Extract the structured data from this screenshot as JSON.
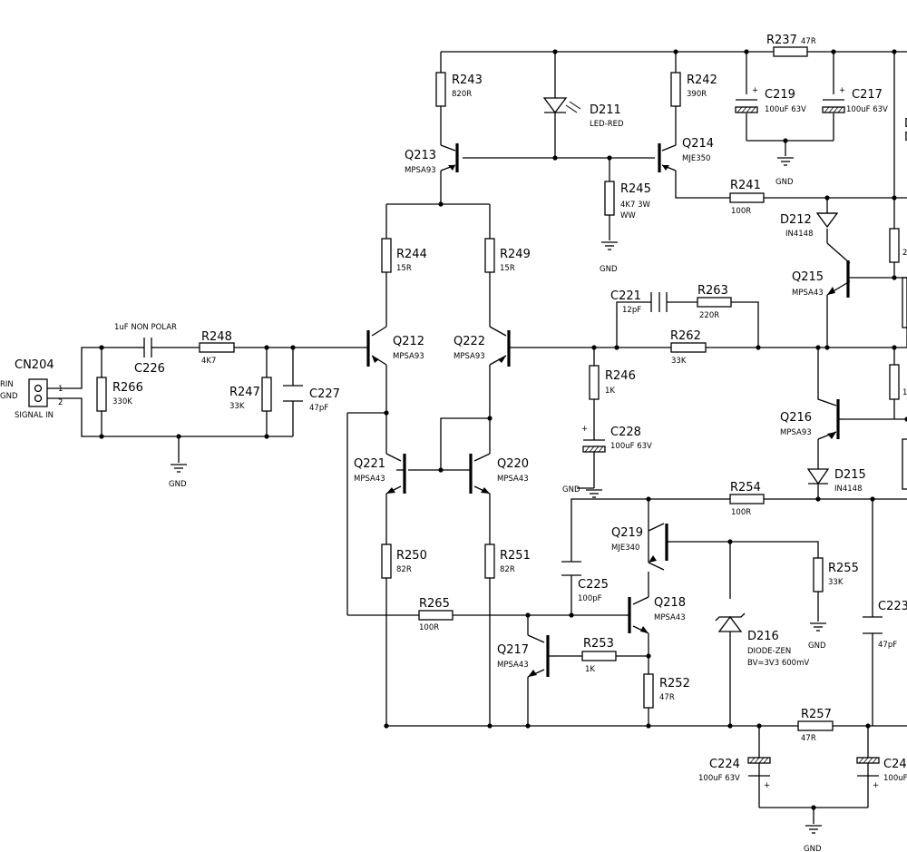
{
  "connector": {
    "ref": "CN204",
    "pin1_label": "RIN",
    "pin2_label": "GND",
    "pin1": "1",
    "pin2": "2",
    "caption": "SIGNAL IN"
  },
  "resistors": {
    "R237": {
      "ref": "R237",
      "value": "47R"
    },
    "R243": {
      "ref": "R243",
      "value": "820R"
    },
    "R242": {
      "ref": "R242",
      "value": "390R"
    },
    "R245": {
      "ref": "R245",
      "value": "4K7  3W",
      "value2": "WW"
    },
    "R241": {
      "ref": "R241",
      "value": "100R"
    },
    "R244": {
      "ref": "R244",
      "value": "15R"
    },
    "R249": {
      "ref": "R249",
      "value": "15R"
    },
    "R263": {
      "ref": "R263",
      "value": "220R"
    },
    "R262": {
      "ref": "R262",
      "value": "33K"
    },
    "R248": {
      "ref": "R248",
      "value": "4K7"
    },
    "R266": {
      "ref": "R266",
      "value": "330K"
    },
    "R247": {
      "ref": "R247",
      "value": "33K"
    },
    "R246": {
      "ref": "R246",
      "value": "1K"
    },
    "R254": {
      "ref": "R254",
      "value": "100R"
    },
    "R250": {
      "ref": "R250",
      "value": "82R"
    },
    "R251": {
      "ref": "R251",
      "value": "82R"
    },
    "R255": {
      "ref": "R255",
      "value": "33K"
    },
    "R265": {
      "ref": "R265",
      "value": "100R"
    },
    "R253": {
      "ref": "R253",
      "value": "1K"
    },
    "R252": {
      "ref": "R252",
      "value": "47R"
    },
    "R257": {
      "ref": "R257",
      "value": "47R"
    }
  },
  "capacitors": {
    "C219": {
      "ref": "C219",
      "value": "100uF  63V"
    },
    "C217": {
      "ref": "C217",
      "value": "100uF  63V"
    },
    "C221": {
      "ref": "C221",
      "value": "12pF"
    },
    "C226": {
      "ref": "C226",
      "value": "1uF  NON POLAR"
    },
    "C227": {
      "ref": "C227",
      "value": "47pF"
    },
    "C228": {
      "ref": "C228",
      "value": "100uF  63V"
    },
    "C225": {
      "ref": "C225",
      "value": "100pF"
    },
    "C223": {
      "ref": "C223",
      "value": "47pF"
    },
    "C224": {
      "ref": "C224",
      "value": "100uF  63V"
    },
    "C24x": {
      "ref": "C24",
      "value": "100uF"
    }
  },
  "transistors": {
    "Q213": {
      "ref": "Q213",
      "value": "MPSA93"
    },
    "Q214": {
      "ref": "Q214",
      "value": "MJE350"
    },
    "Q215": {
      "ref": "Q215",
      "value": "MPSA43"
    },
    "Q212": {
      "ref": "Q212",
      "value": "MPSA93"
    },
    "Q222": {
      "ref": "Q222",
      "value": "MPSA93"
    },
    "Q216": {
      "ref": "Q216",
      "value": "MPSA93"
    },
    "Q221": {
      "ref": "Q221",
      "value": "MPSA43"
    },
    "Q220": {
      "ref": "Q220",
      "value": "MPSA43"
    },
    "Q219": {
      "ref": "Q219",
      "value": "MJE340"
    },
    "Q218": {
      "ref": "Q218",
      "value": "MPSA43"
    },
    "Q217": {
      "ref": "Q217",
      "value": "MPSA43"
    }
  },
  "diodes": {
    "D211": {
      "ref": "D211",
      "value": "LED-RED"
    },
    "D212": {
      "ref": "D212",
      "value": "IN4148"
    },
    "D215": {
      "ref": "D215",
      "value": "IN4148"
    },
    "D216": {
      "ref": "D216",
      "value": "DIODE-ZEN",
      "value2": "BV=3V3  600mV"
    }
  },
  "gnd_label": "GND",
  "plus": "+",
  "edge_fragments": [
    "D",
    "D",
    "2",
    "1",
    "1",
    "C223"
  ]
}
